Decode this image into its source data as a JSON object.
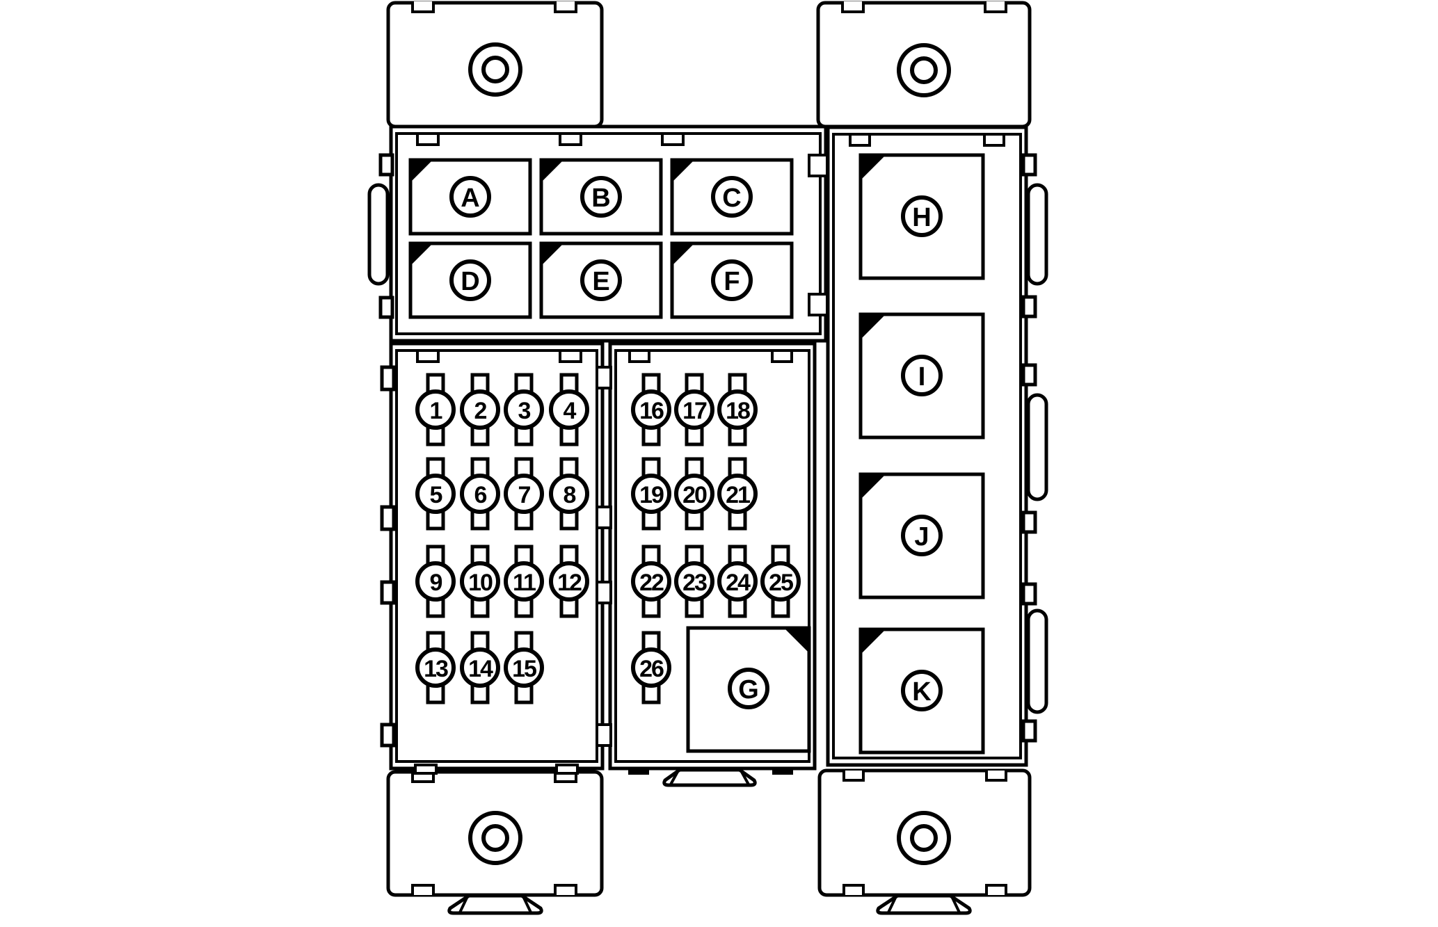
{
  "diagram": {
    "colors": {
      "line": "#000000",
      "background": "#ffffff"
    },
    "relay_grid": {
      "labels": [
        "A",
        "B",
        "C",
        "D",
        "E",
        "F"
      ]
    },
    "right_column": {
      "labels": [
        "H",
        "I",
        "J",
        "K"
      ]
    },
    "large_relay": {
      "label": "G"
    },
    "left_fuse_block": {
      "rows": [
        [
          "1",
          "2",
          "3",
          "4"
        ],
        [
          "5",
          "6",
          "7",
          "8"
        ],
        [
          "9",
          "10",
          "11",
          "12"
        ],
        [
          "13",
          "14",
          "15"
        ]
      ]
    },
    "middle_fuse_block": {
      "rows": [
        [
          "16",
          "17",
          "18"
        ],
        [
          "19",
          "20",
          "21"
        ],
        [
          "22",
          "23",
          "24",
          "25"
        ],
        [
          "26"
        ]
      ]
    }
  }
}
